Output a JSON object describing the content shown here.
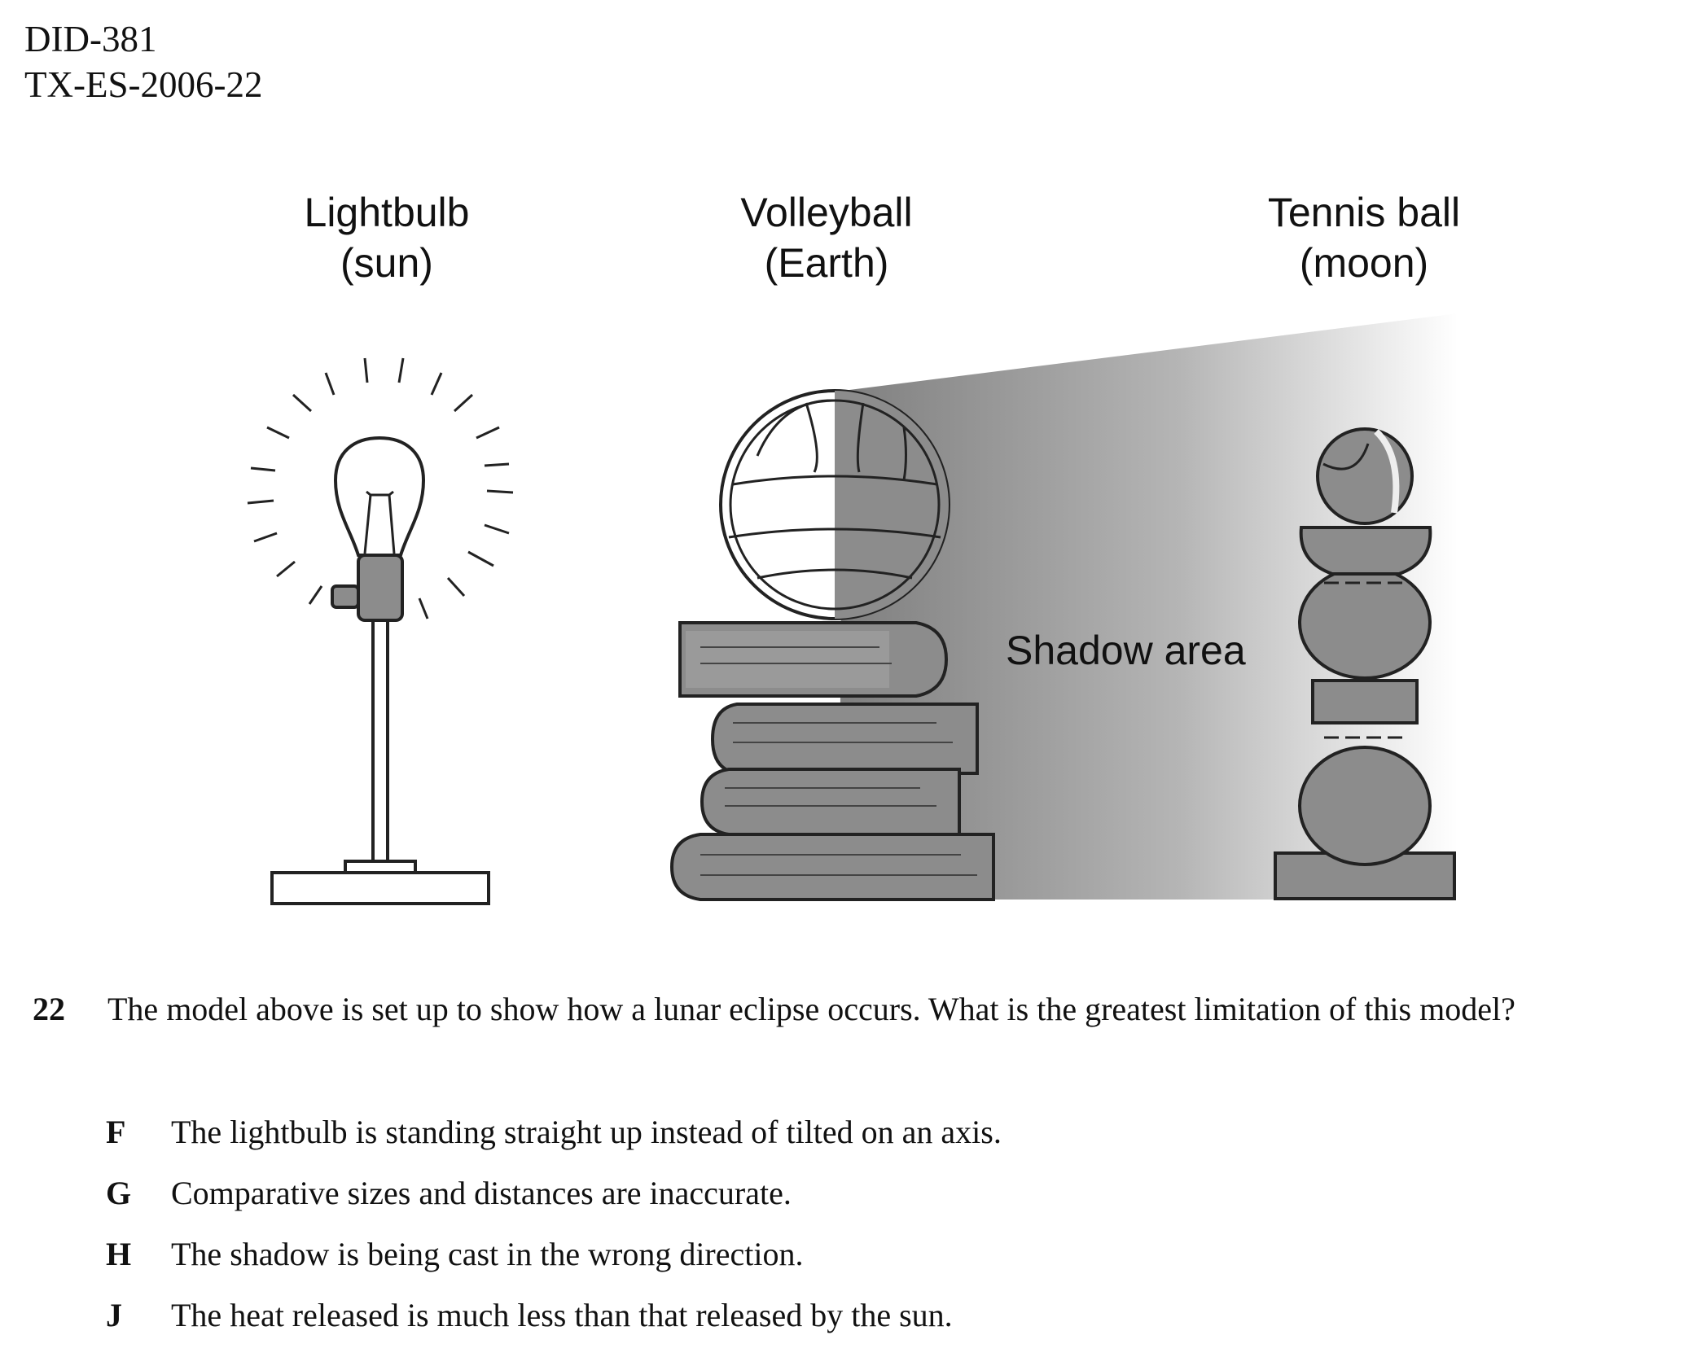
{
  "header": {
    "line1": "DID-381",
    "line2": "TX-ES-2006-22"
  },
  "labels": {
    "sun": {
      "name": "Lightbulb",
      "sub": "(sun)"
    },
    "earth": {
      "name": "Volleyball",
      "sub": "(Earth)"
    },
    "moon": {
      "name": "Tennis ball",
      "sub": "(moon)"
    },
    "shadow": "Shadow area"
  },
  "question": {
    "number": "22",
    "text": "The model above is set up to show how a lunar eclipse occurs. What is the greatest limitation of this model?",
    "choices": [
      {
        "letter": "F",
        "text": "The lightbulb is standing straight up instead of tilted on an axis."
      },
      {
        "letter": "G",
        "text": "Comparative sizes and distances are inaccurate."
      },
      {
        "letter": "H",
        "text": "The shadow is being cast in the wrong direction."
      },
      {
        "letter": "J",
        "text": "The heat released is much less than that released by the sun."
      }
    ]
  },
  "colors": {
    "shadow_dark": "#8a8a8a",
    "object_gray": "#8c8c8c",
    "outline": "#222222"
  }
}
